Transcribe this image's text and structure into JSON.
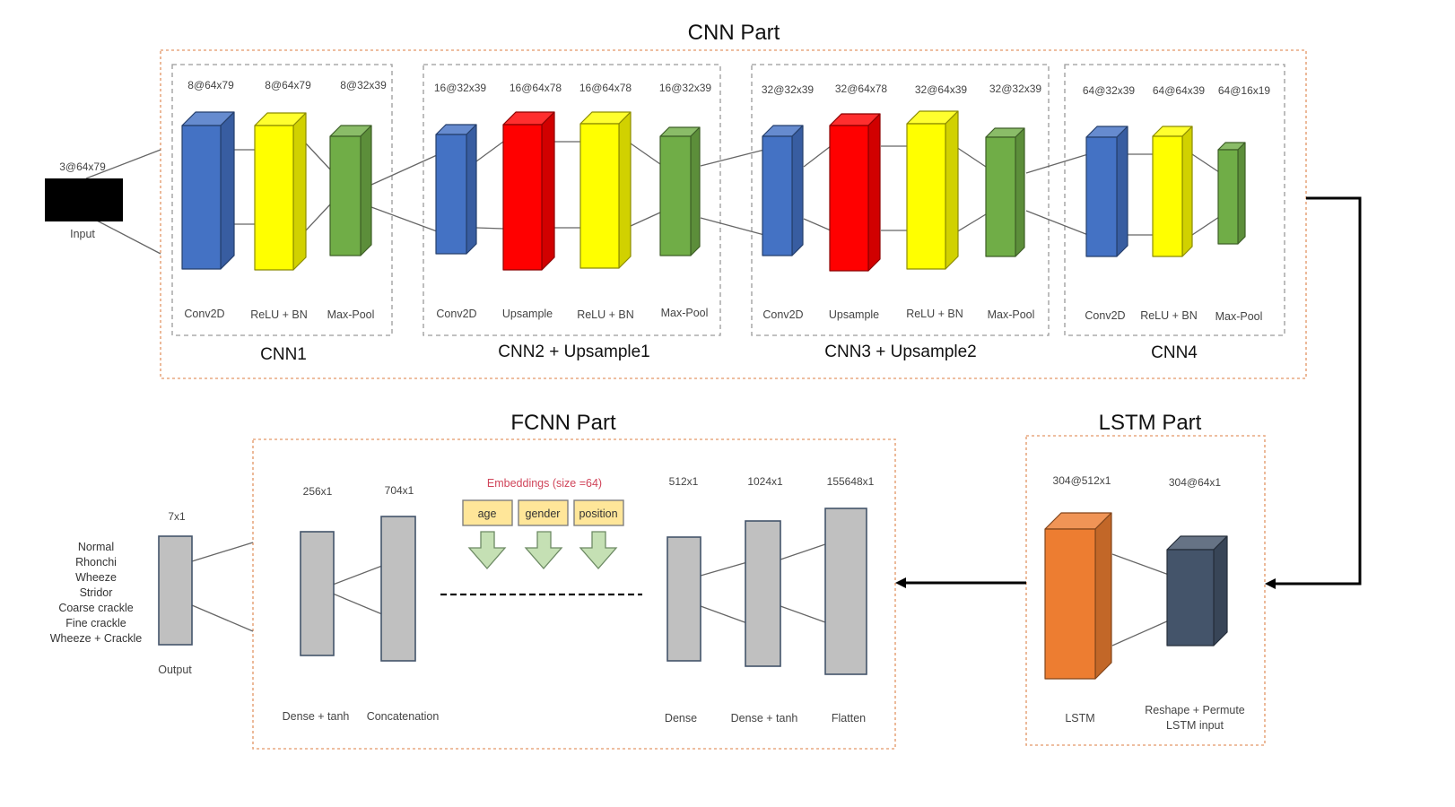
{
  "diagram": {
    "input": {
      "shape": "3@64x79",
      "label": "Input"
    },
    "cnn_part": {
      "title": "CNN Part",
      "groups": [
        {
          "title": "CNN1",
          "layers": [
            {
              "type": "Conv2D",
              "shape": "8@64x79",
              "color": "#4472c4"
            },
            {
              "type": "ReLU + BN",
              "shape": "8@64x79",
              "color": "#ffff00"
            },
            {
              "type": "Max-Pool",
              "shape": "8@32x39",
              "color": "#70ad47"
            }
          ]
        },
        {
          "title": "CNN2 + Upsample1",
          "layers": [
            {
              "type": "Conv2D",
              "shape": "16@32x39",
              "color": "#4472c4"
            },
            {
              "type": "Upsample",
              "shape": "16@64x78",
              "color": "#ff0000"
            },
            {
              "type": "ReLU + BN",
              "shape": "16@64x78",
              "color": "#ffff00"
            },
            {
              "type": "Max-Pool",
              "shape": "16@32x39",
              "color": "#70ad47"
            }
          ]
        },
        {
          "title": "CNN3 + Upsample2",
          "layers": [
            {
              "type": "Conv2D",
              "shape": "32@32x39",
              "color": "#4472c4"
            },
            {
              "type": "Upsample",
              "shape": "32@64x78",
              "color": "#ff0000"
            },
            {
              "type": "ReLU + BN",
              "shape": "32@64x39",
              "color": "#ffff00"
            },
            {
              "type": "Max-Pool",
              "shape": "32@32x39",
              "color": "#70ad47"
            }
          ]
        },
        {
          "title": "CNN4",
          "layers": [
            {
              "type": "Conv2D",
              "shape": "64@32x39",
              "color": "#4472c4"
            },
            {
              "type": "ReLU + BN",
              "shape": "64@64x39",
              "color": "#ffff00"
            },
            {
              "type": "Max-Pool",
              "shape": "64@16x19",
              "color": "#70ad47"
            }
          ]
        }
      ]
    },
    "lstm_part": {
      "title": "LSTM Part",
      "layers": [
        {
          "type": "LSTM",
          "shape": "304@512x1",
          "color": "#ed7d31"
        },
        {
          "type": "Reshape + Permute",
          "type_line2": "LSTM input",
          "shape": "304@64x1",
          "color": "#44546a"
        }
      ]
    },
    "fcnn_part": {
      "title": "FCNN Part",
      "layers": [
        {
          "type": "Dense + tanh",
          "shape": "256x1"
        },
        {
          "type": "Concatenation",
          "shape": "704x1"
        },
        {
          "type": "Dense",
          "shape": "512x1"
        },
        {
          "type": "Dense + tanh",
          "shape": "1024x1"
        },
        {
          "type": "Flatten",
          "shape": "155648x1"
        }
      ],
      "embeddings": {
        "title": "Embeddings (size =64)",
        "items": [
          "age",
          "gender",
          "position"
        ]
      }
    },
    "output": {
      "shape": "7x1",
      "label": "Output",
      "classes": [
        "Normal",
        "Rhonchi",
        "Wheeze",
        "Stridor",
        "Coarse crackle",
        "Fine crackle",
        "Wheeze + Crackle"
      ]
    },
    "colors": {
      "part_border": "#e8a880",
      "group_border": "#9a9a9a",
      "dense_fill": "#c0c0c0",
      "dense_border": "#44546a",
      "embedding_fill": "#ffe699",
      "embedding_arrow": "#c5e0b4"
    }
  }
}
